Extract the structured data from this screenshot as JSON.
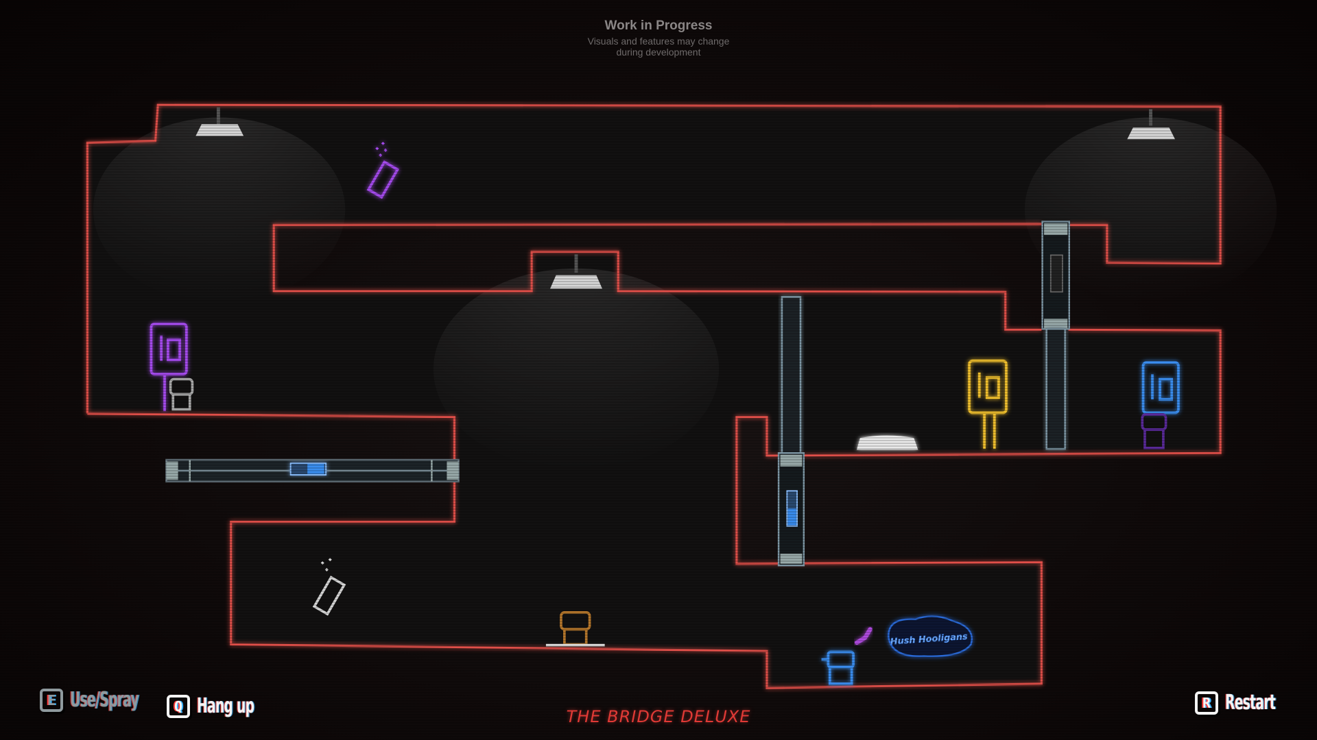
{
  "banner": {
    "title": "Work in Progress",
    "subtitle_line1": "Visuals and features may change",
    "subtitle_line2": "during development"
  },
  "controls": [
    {
      "key": "E",
      "label": "Use/Spray",
      "icon": "key-e-icon"
    },
    {
      "key": "Q",
      "label": "Hang up",
      "icon": "key-q-icon"
    },
    {
      "key": "R",
      "label": "Restart",
      "icon": "key-r-icon"
    }
  ],
  "level_name": "THE BRIDGE DELUXE",
  "graffiti_tag": "Hush Hooligans",
  "colors": {
    "wall": "#e0504a",
    "purple": "#a64cf0",
    "yellow": "#f2c12e",
    "blue": "#3a8ef0",
    "brown": "#b8782c",
    "background": "#0e0909"
  }
}
